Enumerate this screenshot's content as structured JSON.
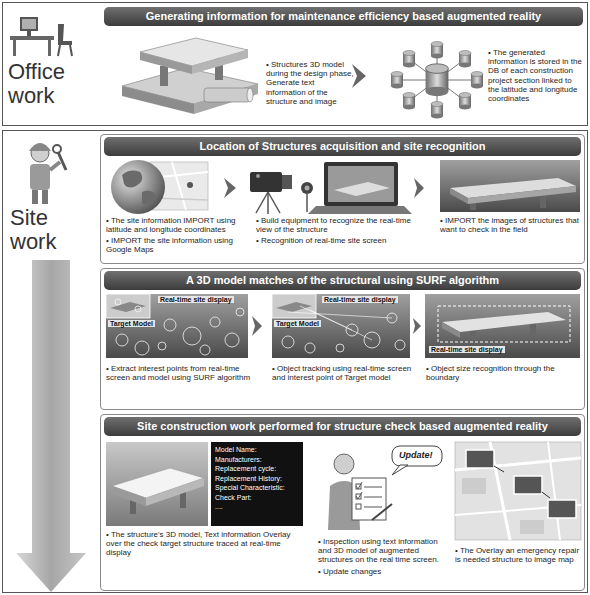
{
  "diagram": {
    "nodes": [
      {
        "text": [
          "Office work"
        ]
      },
      {
        "text": [
          "Generating information for maintenance efficiency based augmented reality",
          "• Structures 3D model during the design phase, Generate text information of the structure and image",
          "• The generated information is stored in the DB of each construction project section linked to the latitude and longitude coordinates"
        ],
        "in": 0
      },
      {
        "text": [
          "Site work"
        ]
      },
      {
        "text": [
          "Location of Structures acquisition and site recognition",
          "• The site information IMPORT using latitude and longitude coordinates",
          "• IMPORT the site information using Google Maps",
          "• Build equipment to recognize the real-time view of the structure",
          "• Recognition of real-time site screen",
          "• IMPORT the images of structures that want to check in the field"
        ],
        "in": 2
      },
      {
        "text": [
          "A 3D model matches of the structural using SURF algorithm",
          "• Extract interest points from real-time screen and model using SURF algorithm",
          "• Object tracking using real-time screen and interest point of Target model",
          "• Object size recognition through the boundary"
        ],
        "in": 2
      },
      {
        "text": [
          "Site construction work performed for structure check based augmented reality",
          "• The structure's 3D model, Text information Overlay over the check target structure traced at real-time display",
          "• Inspection using text information and 3D model of augmented structures on the real time screen.",
          "• Update changes",
          "• The Overlay an emergency repair is needed structure to image map"
        ],
        "in": 2
      },
      {
        "text": [
          "Model Name:",
          "Manufacturers:",
          "Replacement cycle:",
          "Replacement History:",
          "Special Characteristic:",
          "Check Part:",
          "...."
        ],
        "in": 5
      }
    ],
    "labels": [
      "Target Model",
      "Real-time site display",
      "Target Model",
      "Real-time site display",
      "Real-time site display",
      "Update!"
    ]
  }
}
